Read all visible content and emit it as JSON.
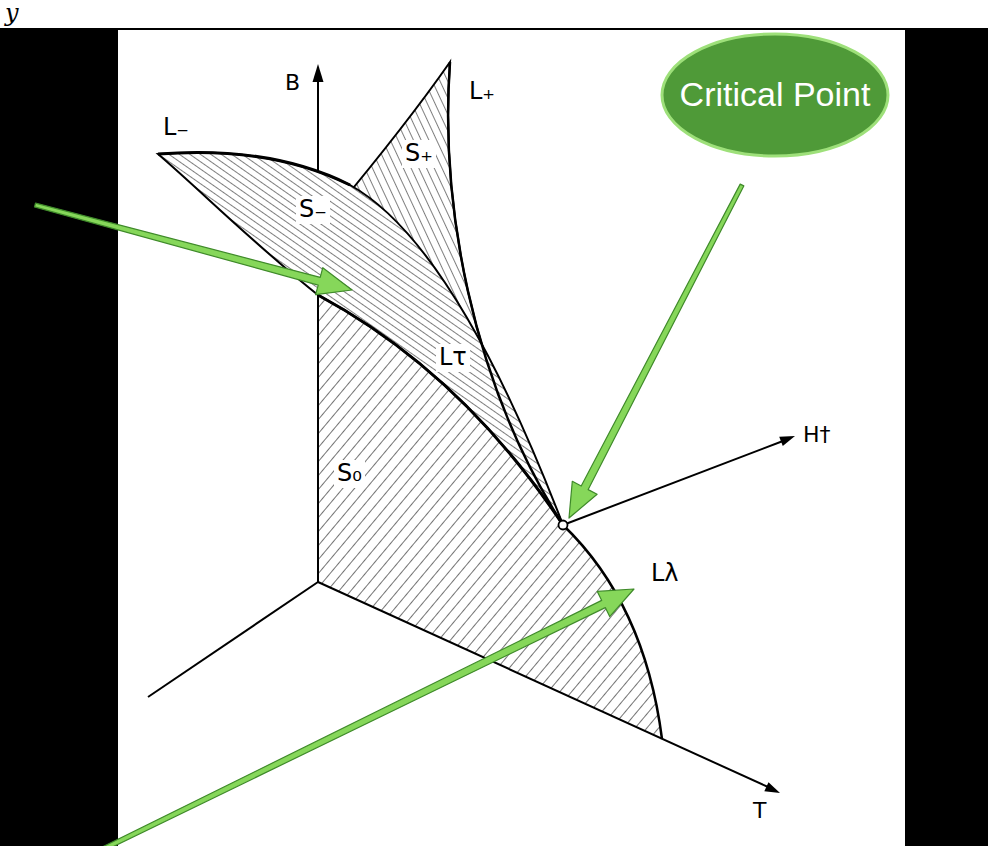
{
  "diagram": {
    "nodes": [
      {
        "text": [
          "Critical Point"
        ]
      }
    ],
    "labels": [
      "y",
      "B",
      "L₋",
      "S₊",
      "L₊",
      "S₋",
      "H†",
      "Lτ",
      "S₀",
      "Lλ",
      "T"
    ]
  }
}
